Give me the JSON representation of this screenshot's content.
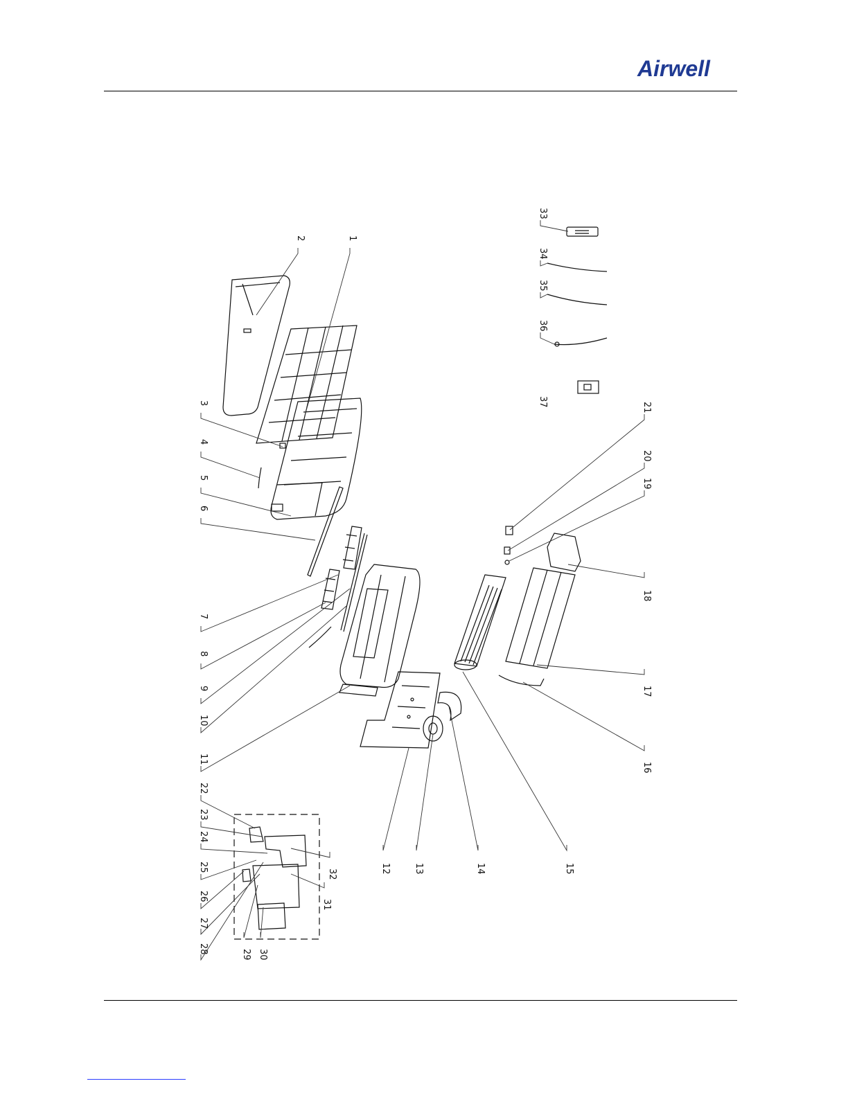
{
  "header": {
    "brand": "Airwell",
    "brand_color": "#1f3a93"
  },
  "diagram": {
    "type": "exploded-view",
    "parts": [
      "1",
      "2",
      "3",
      "4",
      "5",
      "6",
      "7",
      "8",
      "9",
      "10",
      "11",
      "12",
      "13",
      "14",
      "15",
      "16",
      "17",
      "18",
      "19",
      "20",
      "21",
      "22",
      "23",
      "24",
      "25",
      "26",
      "27",
      "28",
      "29",
      "30",
      "31",
      "32",
      "33",
      "34",
      "35",
      "36",
      "37"
    ]
  },
  "footer": {
    "link_color": "#2a3cff"
  }
}
